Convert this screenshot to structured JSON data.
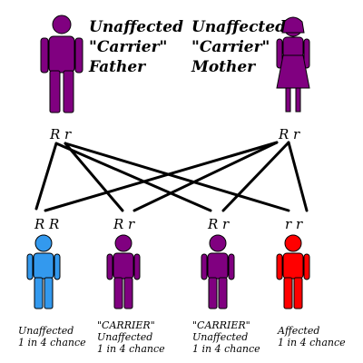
{
  "colors": {
    "carrier": "#800080",
    "unaffected": "#3399ee",
    "affected": "#ff0000",
    "line": "#000000"
  },
  "parents": [
    {
      "id": "father",
      "icon": "male-figure-icon",
      "label_lines": [
        "Unaffected",
        "\"Carrier\"",
        "Father"
      ],
      "genotype": "R r"
    },
    {
      "id": "mother",
      "icon": "female-figure-icon",
      "label_lines": [
        "Unaffected",
        "\"Carrier\"",
        "Mother"
      ],
      "genotype": "R r"
    }
  ],
  "children": [
    {
      "genotype": "R R",
      "color_key": "unaffected",
      "caption_lines": [
        "Unaffected",
        "1 in 4 chance"
      ]
    },
    {
      "genotype": "R r",
      "color_key": "carrier",
      "caption_lines": [
        "\"CARRIER\"",
        "Unaffected",
        "1 in 4 chance"
      ]
    },
    {
      "genotype": "R r",
      "color_key": "carrier",
      "caption_lines": [
        "\"CARRIER\"",
        "Unaffected",
        "1 in 4 chance"
      ]
    },
    {
      "genotype": "r r",
      "color_key": "affected",
      "caption_lines": [
        "Affected",
        "1 in 4 chance"
      ]
    }
  ]
}
